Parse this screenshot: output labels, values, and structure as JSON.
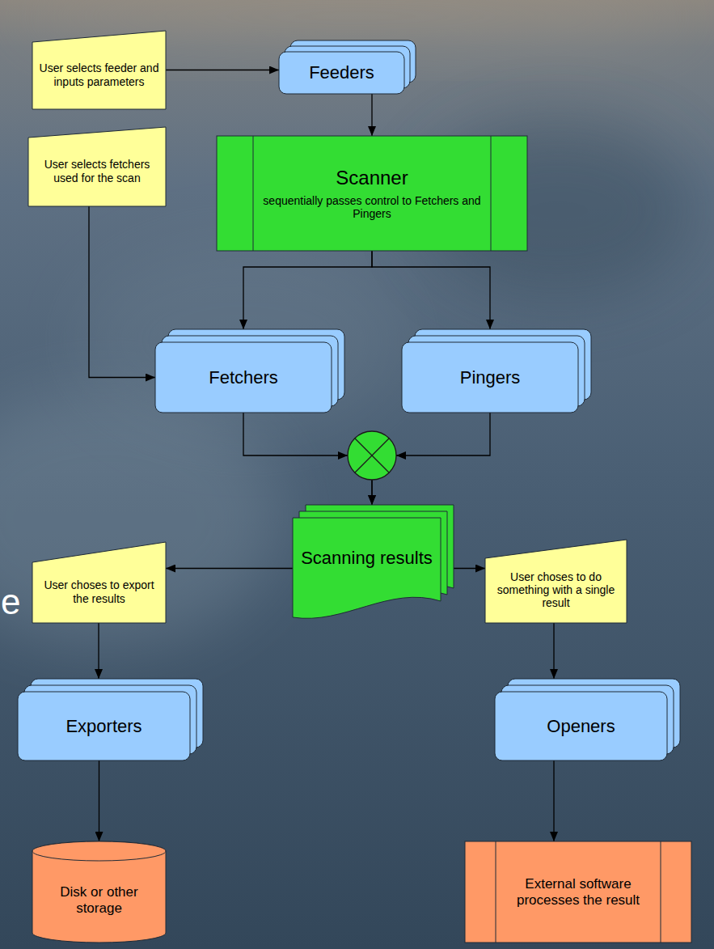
{
  "diagram": {
    "nodes": [
      {
        "text": [
          "User selects feeder and inputs parameters"
        ]
      },
      {
        "text": [
          "Feeders"
        ]
      },
      {
        "text": [
          "User selects fetchers used for the scan"
        ]
      },
      {
        "text": [
          "Scanner",
          "sequentially passes control to Fetchers and Pingers"
        ]
      },
      {
        "text": [
          "Fetchers"
        ]
      },
      {
        "text": [
          "Pingers"
        ]
      },
      {
        "text": [
          "User choses to export the results"
        ]
      },
      {
        "text": [
          "Scanning results"
        ]
      },
      {
        "text": [
          "User choses to do something with a single result"
        ]
      },
      {
        "text": [
          "Exporters"
        ]
      },
      {
        "text": [
          "Openers"
        ]
      },
      {
        "text": [
          "Disk or other storage"
        ]
      },
      {
        "text": [
          "External software processes the result"
        ]
      }
    ],
    "edges": [
      {
        "from": 0,
        "to": 1,
        "arrow": "to"
      },
      {
        "from": 1,
        "to": 3,
        "arrow": "to"
      },
      {
        "from": 2,
        "to": 4,
        "arrow": "to"
      },
      {
        "from": 3,
        "to": 4,
        "arrow": "to"
      },
      {
        "from": 3,
        "to": 5,
        "arrow": "to"
      },
      {
        "from": 4,
        "to": 7,
        "arrow": "to"
      },
      {
        "from": 5,
        "to": 7,
        "arrow": "to"
      },
      {
        "from": 7,
        "to": 6,
        "arrow": "to"
      },
      {
        "from": 7,
        "to": 8,
        "arrow": "to"
      },
      {
        "from": 6,
        "to": 9,
        "arrow": "to"
      },
      {
        "from": 8,
        "to": 10,
        "arrow": "to"
      },
      {
        "from": 9,
        "to": 11,
        "arrow": "to"
      },
      {
        "from": 10,
        "to": 12,
        "arrow": "to"
      }
    ],
    "labels": [
      "e"
    ]
  }
}
